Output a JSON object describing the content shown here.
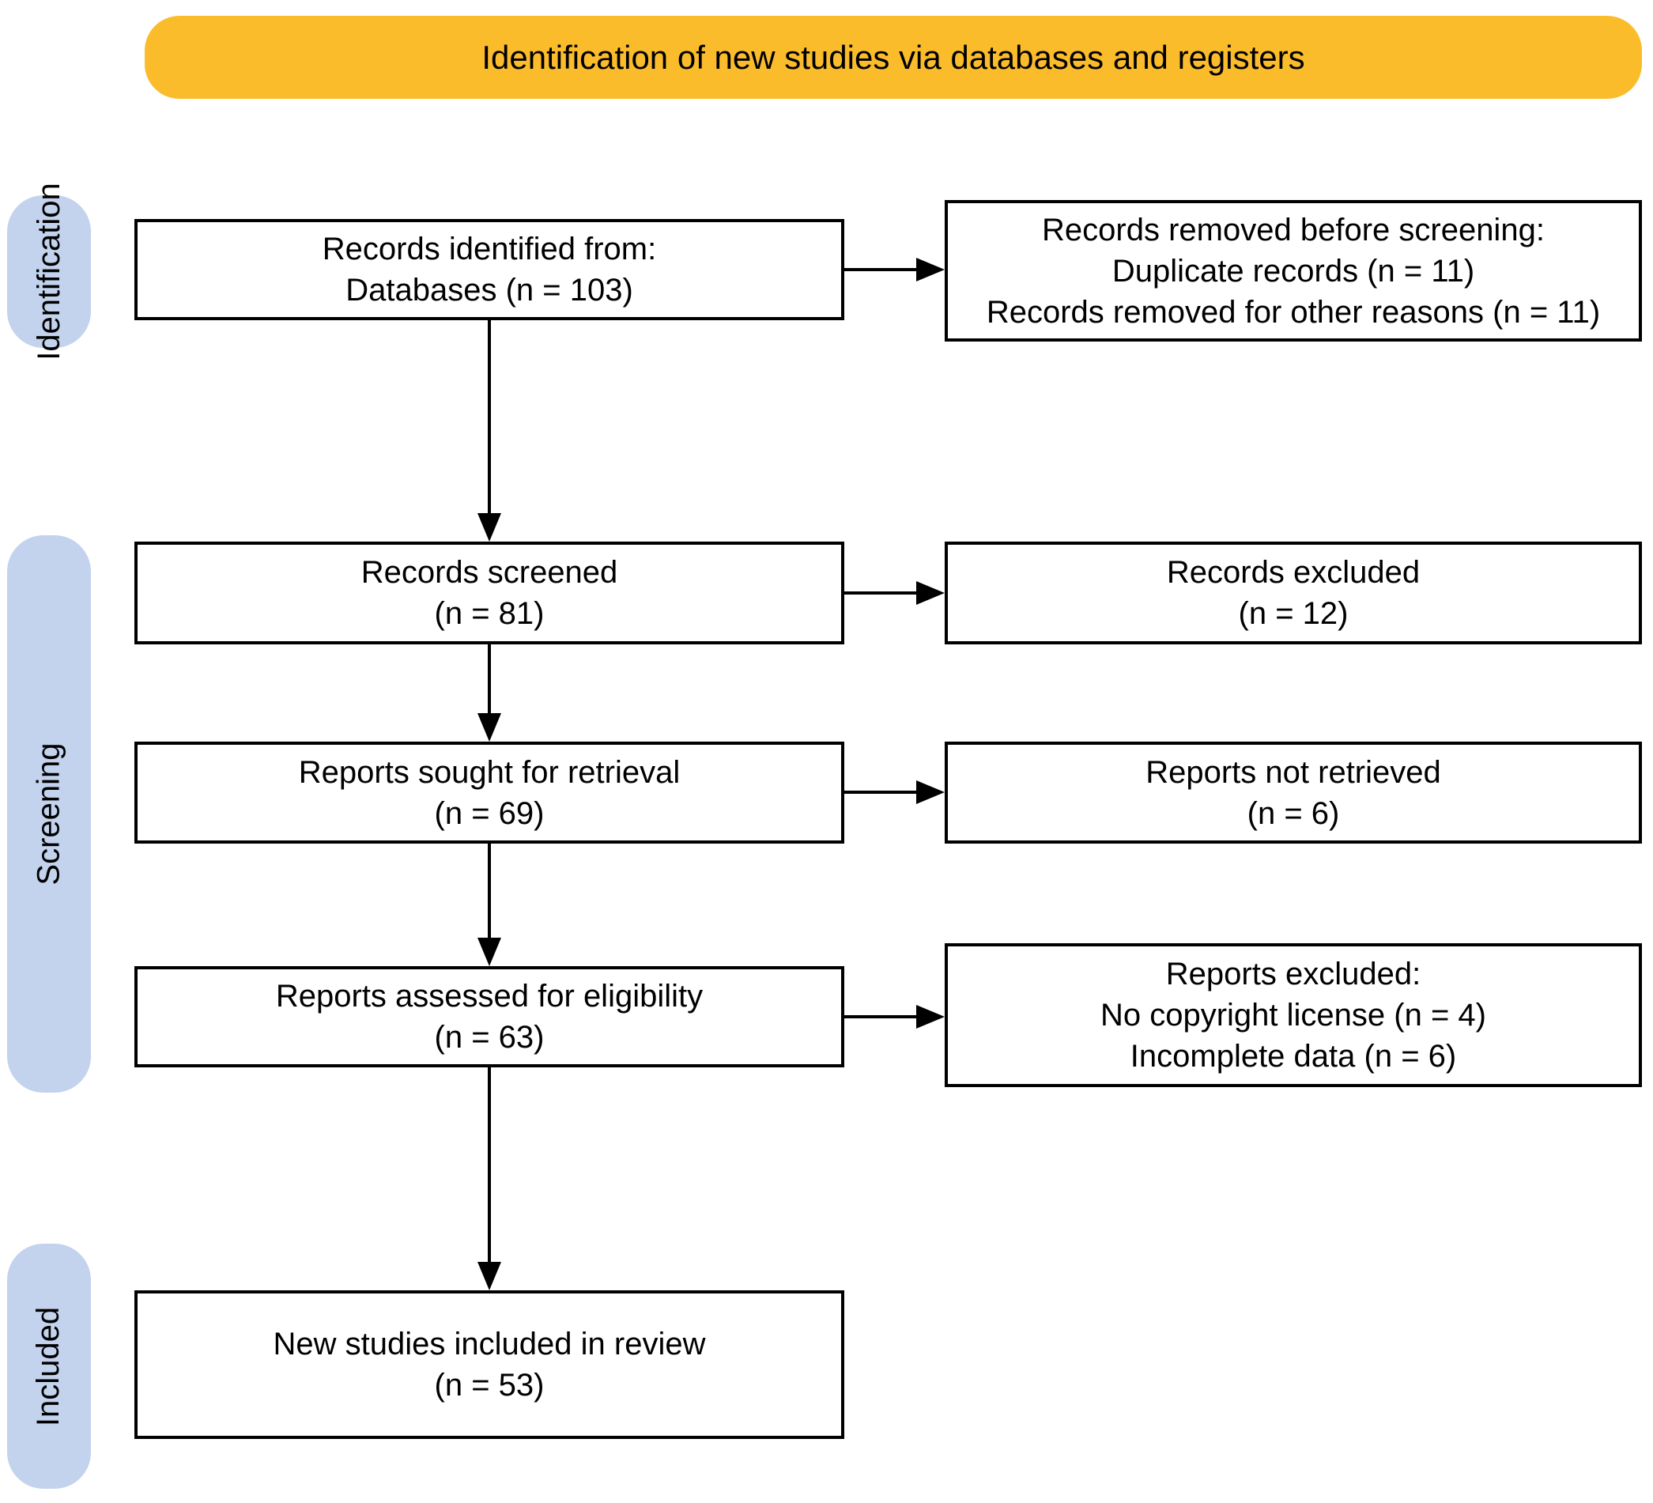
{
  "diagram": {
    "title": "Identification of new studies via databases and registers",
    "stages": [
      {
        "id": "identification",
        "label": "Identification"
      },
      {
        "id": "screening",
        "label": "Screening"
      },
      {
        "id": "included",
        "label": "Included"
      }
    ],
    "left_boxes": [
      {
        "lines": [
          "Records identified from:",
          "Databases (n = 103)"
        ]
      },
      {
        "lines": [
          "Records screened",
          "(n = 81)"
        ]
      },
      {
        "lines": [
          "Reports sought for retrieval",
          "(n = 69)"
        ]
      },
      {
        "lines": [
          "Reports assessed for eligibility",
          "(n = 63)"
        ]
      },
      {
        "lines": [
          "New studies included in review",
          "(n = 53)"
        ]
      }
    ],
    "right_boxes": [
      {
        "lines": [
          "Records removed before screening:",
          "Duplicate records (n = 11)",
          "Records removed for other reasons (n = 11)"
        ]
      },
      {
        "lines": [
          "Records excluded",
          "(n = 12)"
        ]
      },
      {
        "lines": [
          "Reports not retrieved",
          "(n = 6)"
        ]
      },
      {
        "lines": [
          "Reports excluded:",
          "No copyright license (n = 4)",
          "Incomplete data (n = 6)"
        ]
      }
    ],
    "colors": {
      "banner_bg": "#FBBC2C",
      "stage_pill_bg": "#C3D3EE",
      "box_border": "#000000",
      "text": "#000000",
      "background": "#FFFFFF"
    }
  }
}
